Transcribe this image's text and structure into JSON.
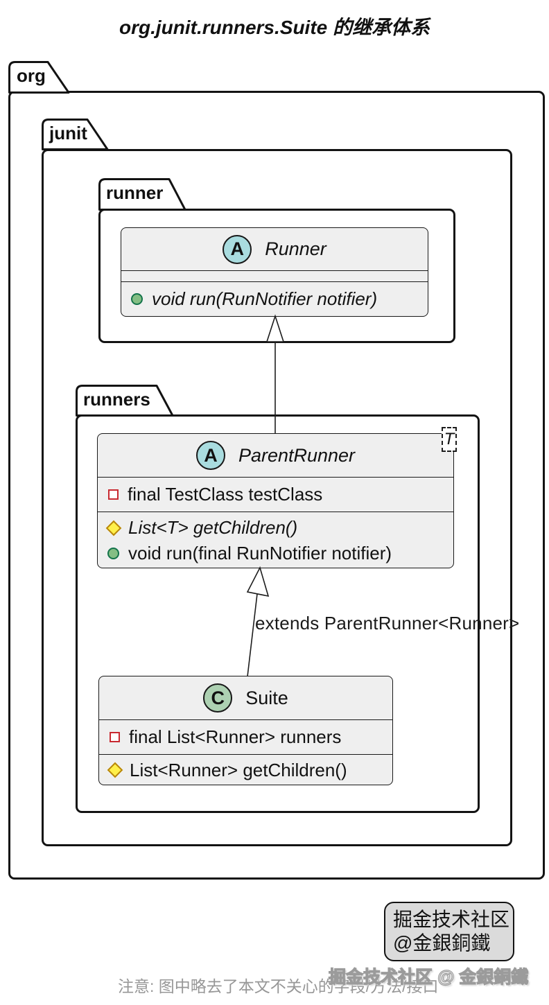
{
  "title": "org.junit.runners.Suite 的继承体系",
  "packages": {
    "org": {
      "label": "org"
    },
    "junit": {
      "label": "junit"
    },
    "runner": {
      "label": "runner"
    },
    "runners": {
      "label": "runners"
    }
  },
  "classes": {
    "runner": {
      "kind_letter": "A",
      "kind": "abstract class",
      "name": "Runner",
      "fields": [],
      "methods": [
        {
          "icon": "public-method-icon",
          "text": "void run(RunNotifier notifier)"
        }
      ]
    },
    "parentRunner": {
      "kind_letter": "A",
      "kind": "abstract class",
      "name": "ParentRunner",
      "generic": "T",
      "fields": [
        {
          "icon": "private-field-icon",
          "text": "final TestClass testClass"
        }
      ],
      "methods": [
        {
          "icon": "protected-method-icon",
          "text": "List<T> getChildren()"
        },
        {
          "icon": "public-method-icon",
          "text": "void run(final RunNotifier notifier)"
        }
      ]
    },
    "suite": {
      "kind_letter": "C",
      "kind": "class",
      "name": "Suite",
      "fields": [
        {
          "icon": "private-field-icon",
          "text": "final List<Runner> runners"
        }
      ],
      "methods": [
        {
          "icon": "protected-method-icon",
          "text": "List<Runner> getChildren()"
        }
      ]
    }
  },
  "edges": {
    "suite_extends_label": "extends ParentRunner<Runner>"
  },
  "badge": {
    "line1": "掘金技术社区",
    "line2": "@金銀銅鐵"
  },
  "watermark": "掘金技术社区 @ 金銀銅鐵",
  "note": "注意: 图中略去了本文不关心的字段/方法/接口",
  "colors": {
    "abstract_badge_fill": "#A9DCDF",
    "class_badge_fill": "#ADD1B2",
    "class_box_fill": "#EFEFEF",
    "border": "#181818",
    "public_method_fill": "#84BE84",
    "public_method_border": "#13734A",
    "protected_method_fill": "#FFF04A",
    "protected_method_border": "#B8860B",
    "private_field_border": "#C82930",
    "badge_fill": "#DBDBDB",
    "note_gray": "#979797"
  }
}
